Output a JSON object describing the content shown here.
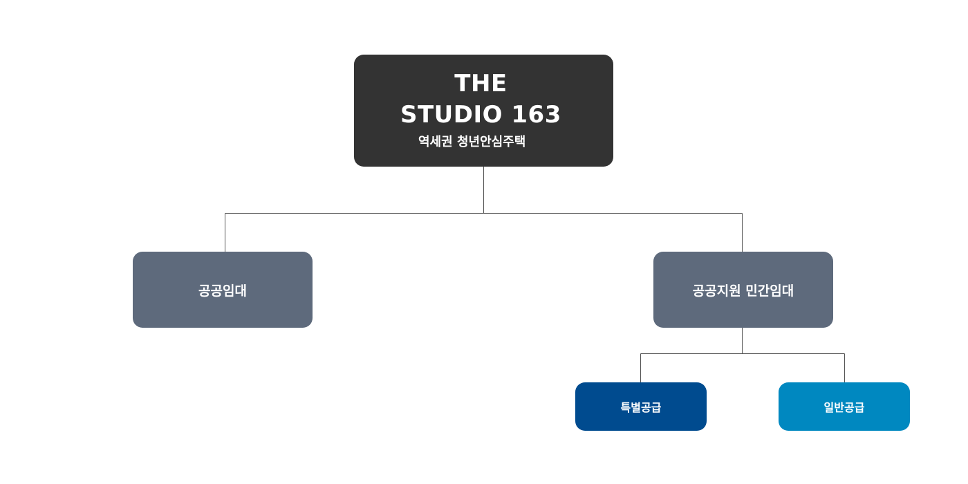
{
  "diagram": {
    "root": {
      "title": "THE\nSTUDIO 163",
      "subtitle": "역세권 청년안심주택"
    },
    "branches": [
      {
        "label": "공공임대",
        "color": "#5e6a7c"
      },
      {
        "label": "공공지원 민간임대",
        "color": "#5e6a7c",
        "children": [
          {
            "label": "특별공급",
            "color": "#004b8f"
          },
          {
            "label": "일반공급",
            "color": "#0088c0"
          }
        ]
      }
    ],
    "root_color": "#333333",
    "line_color": "#555555"
  }
}
